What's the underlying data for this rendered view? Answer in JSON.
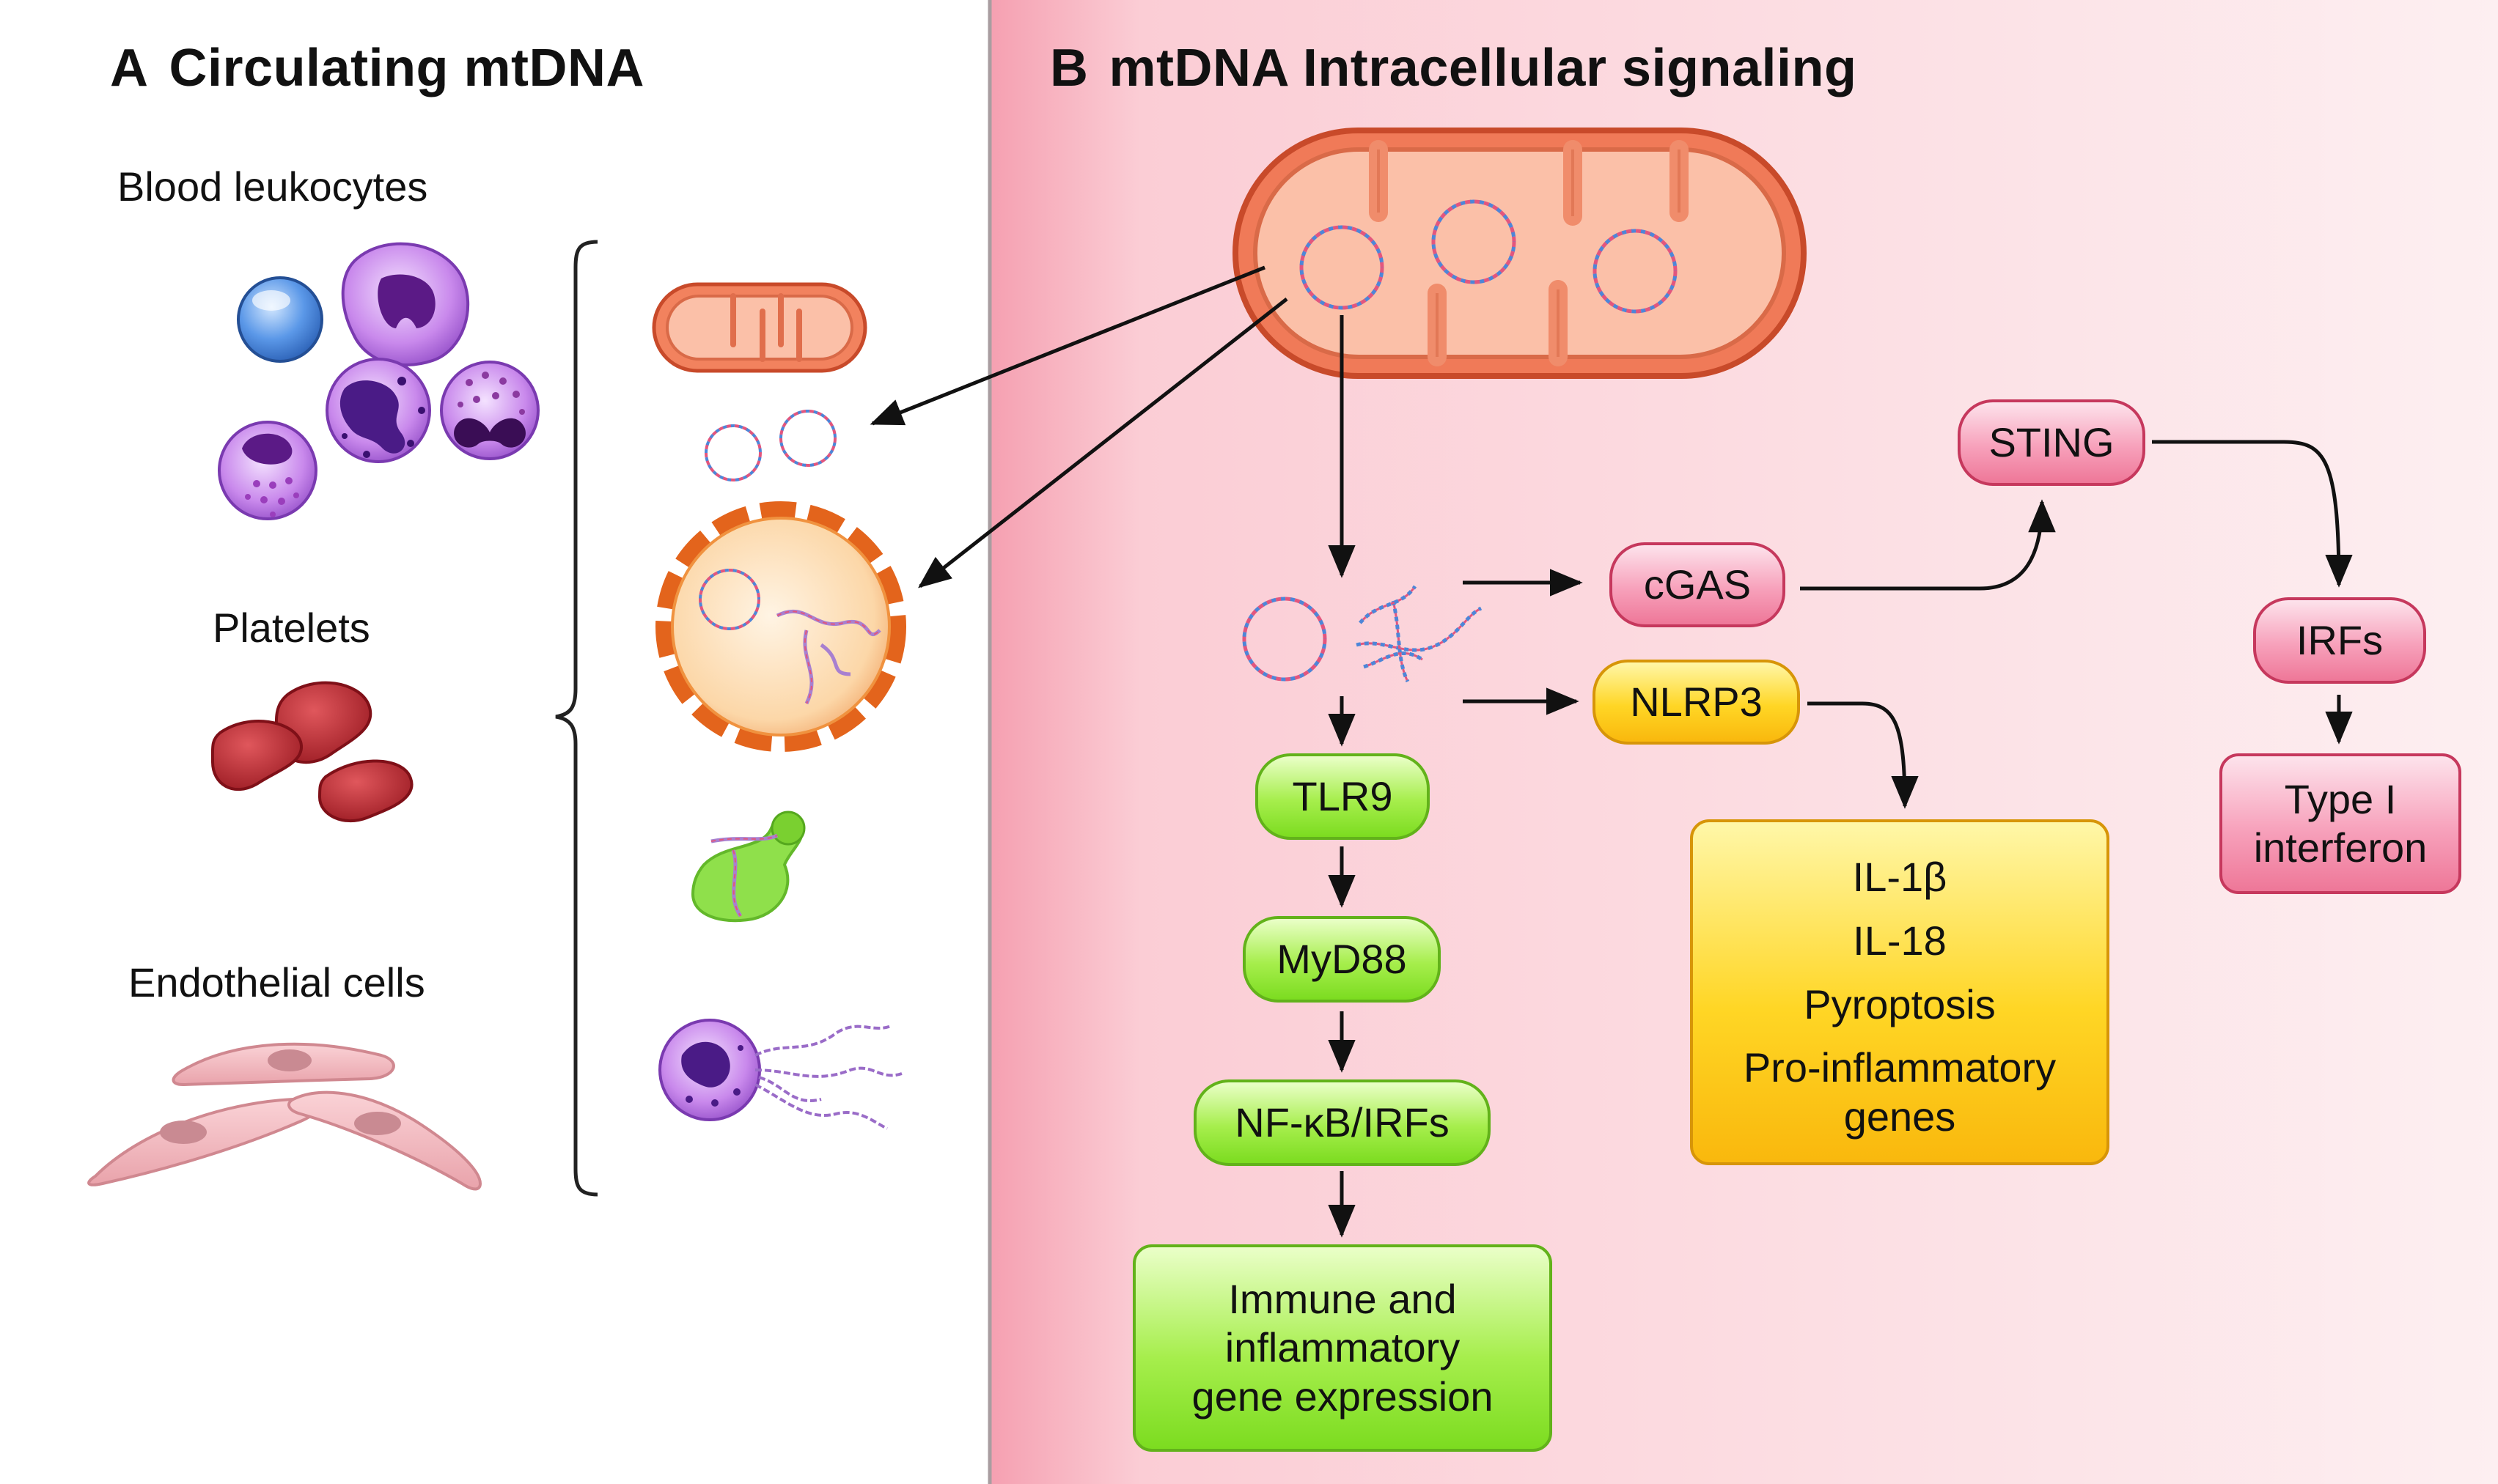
{
  "panel_a": {
    "letter": "A",
    "title": "Circulating mtDNA",
    "groups": [
      "Blood leukocytes",
      "Platelets",
      "Endothelial cells"
    ]
  },
  "panel_b": {
    "letter": "B",
    "title": "mtDNA Intracellular signaling"
  },
  "nodes": {
    "tlr9": "TLR9",
    "myd88": "MyD88",
    "nfkb": "NF-κB/IRFs",
    "immune": [
      "Immune and",
      "inflammatory",
      "gene expression"
    ],
    "cgas": "cGAS",
    "nlrp3": "NLRP3",
    "sting": "STING",
    "irfs": "IRFs",
    "interferon": [
      "Type I",
      "interferon"
    ],
    "outputs": [
      "IL-1β",
      "IL-18",
      "Pyroptosis",
      "Pro-inflammatory",
      "genes"
    ]
  },
  "colors": {
    "panel_b_bg": "#fde4e8",
    "mito": "#f07a58",
    "green": "#a6ee4c",
    "yellow": "#ffd625",
    "pink": "#f7a1bb"
  }
}
